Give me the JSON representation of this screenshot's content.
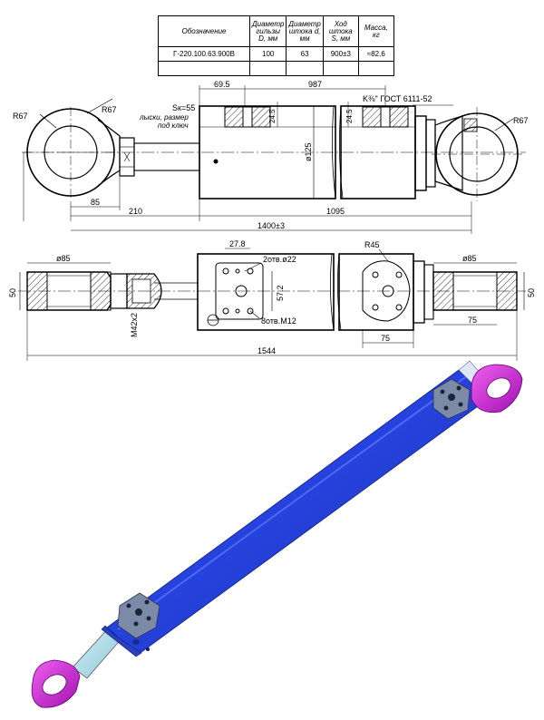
{
  "spec_table": {
    "headers": [
      "Обозначение",
      "Диаметр гильзы D, мм",
      "Диаметр штока d, мм",
      "Ход штока S, мм",
      "Масса, кг"
    ],
    "row": [
      "Г-220.100.63.900В",
      "100",
      "63",
      "900±3",
      "≈82.6"
    ]
  },
  "side_view": {
    "dims": {
      "d_69_5": "69.5",
      "d_987": "987",
      "d_24_5_a": "24.5",
      "d_24_5_b": "24.5",
      "r67_left": "R67",
      "r67_eye": "R67",
      "r67_right": "R67",
      "sk_label": "Sк=55",
      "sk_note_1": "лыски, размер",
      "sk_note_2": "под ключ",
      "k_thread": "K⅜\" ГОСТ 6111-52",
      "d_125": "ø125",
      "d_85": "85",
      "d_210": "210",
      "d_1095": "1095",
      "d_1400": "1400±3"
    }
  },
  "plan_view": {
    "dims": {
      "d_85_left": "ø85",
      "d_27_8": "27.8",
      "d_2holes": "2отв.ø22",
      "d_r45": "R45",
      "d_85_right": "ø85",
      "d_50_left": "50",
      "d_57_2": "57.2",
      "d_50_right": "50",
      "d_m42": "M42x2",
      "d_8holes": "8отв.M12",
      "d_75_a": "75",
      "d_75_b": "75",
      "d_1544": "1544"
    }
  },
  "render": {
    "barrel_color": "#2743e0",
    "rod_color": "#a8dde8",
    "eye_color": "#d020d8",
    "flange_color": "#7b8aa6"
  }
}
